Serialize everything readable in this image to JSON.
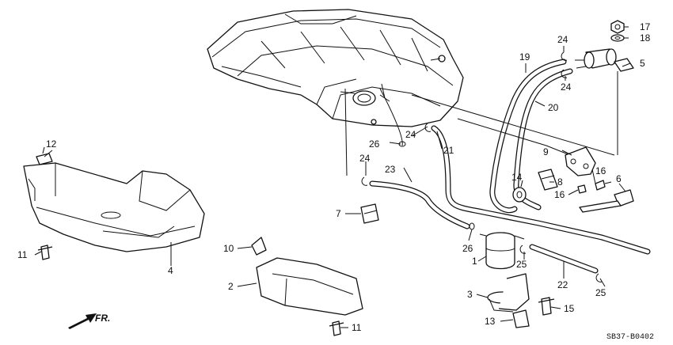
{
  "callouts": [
    {
      "id": "c1",
      "text": "1"
    },
    {
      "id": "c2",
      "text": "2"
    },
    {
      "id": "c3",
      "text": "3"
    },
    {
      "id": "c4",
      "text": "4"
    },
    {
      "id": "c5",
      "text": "5"
    },
    {
      "id": "c6",
      "text": "6"
    },
    {
      "id": "c7",
      "text": "7"
    },
    {
      "id": "c8",
      "text": "8"
    },
    {
      "id": "c9",
      "text": "9"
    },
    {
      "id": "c10",
      "text": "10"
    },
    {
      "id": "c11a",
      "text": "11"
    },
    {
      "id": "c11b",
      "text": "11"
    },
    {
      "id": "c12",
      "text": "12"
    },
    {
      "id": "c13",
      "text": "13"
    },
    {
      "id": "c14",
      "text": "14"
    },
    {
      "id": "c15",
      "text": "15"
    },
    {
      "id": "c16a",
      "text": "16"
    },
    {
      "id": "c16b",
      "text": "16"
    },
    {
      "id": "c17",
      "text": "17"
    },
    {
      "id": "c18",
      "text": "18"
    },
    {
      "id": "c19",
      "text": "19"
    },
    {
      "id": "c20",
      "text": "20"
    },
    {
      "id": "c21",
      "text": "21"
    },
    {
      "id": "c22",
      "text": "22"
    },
    {
      "id": "c23",
      "text": "23"
    },
    {
      "id": "c24a",
      "text": "24"
    },
    {
      "id": "c24b",
      "text": "24"
    },
    {
      "id": "c24c",
      "text": "24"
    },
    {
      "id": "c24d",
      "text": "24"
    },
    {
      "id": "c25a",
      "text": "25"
    },
    {
      "id": "c25b",
      "text": "25"
    },
    {
      "id": "c26a",
      "text": "26"
    },
    {
      "id": "c26b",
      "text": "26"
    }
  ],
  "direction_label": "FR.",
  "diagram_code": "SB37-B0402"
}
